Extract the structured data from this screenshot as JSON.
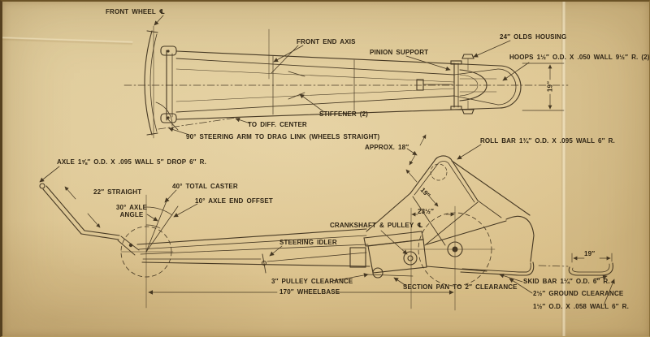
{
  "meta": {
    "description": "Vintage dragster chassis blueprint, plan view and side elevation on aged paper",
    "paper_color": "#dcc violet",
    "paper_hex": "#dcc38e",
    "ink_hex": "#3a2d1a"
  },
  "top_view": {
    "front_wheel_label": "FRONT WHEEL ℄",
    "front_end_axis_label": "FRONT END AXIS",
    "pinion_support_label": "PINION SUPPORT",
    "olds_housing_label": "24″ OLDS HOUSING",
    "hoops_label": "HOOPS 1½″ O.D. X .050 WALL 9½″ R. (2)",
    "width_dim": "19″",
    "stiffener_label": "STIFFENER (2)",
    "diff_center_label": "TO DIFF. CENTER",
    "steering_arm_label": "90° STEERING ARM TO DRAG LINK (WHEELS STRAIGHT)"
  },
  "side_view": {
    "axle_label": "AXLE 1⅝″ O.D. X .095 WALL 5″ DROP 6″ R.",
    "straight_label": "22″ STRAIGHT",
    "caster_label": "40° TOTAL CASTER",
    "axle_angle_line1": "30° AXLE",
    "axle_angle_line2": "ANGLE",
    "axle_offset_label": "10° AXLE END OFFSET",
    "approx_label": "APPROX. 18″",
    "roll_bar_label": "ROLL BAR 1¾″ O.D. X .095 WALL 6″ R.",
    "roll_bar_leg_dim": "19″",
    "crank_to_axle_dim": "23½″",
    "crankshaft_label": "CRANKSHAFT & PULLEY ℄",
    "steering_idler_label": "STEERING IDLER",
    "pulley_clearance_label": "3″ PULLEY CLEARANCE",
    "wheelbase_label": "170″ WHEELBASE",
    "section_pan_label": "SECTION PAN TO 2″ CLEARANCE",
    "skid_detail_dim": "19″",
    "skid_bar_label": "SKID BAR 1¼″ O.D. 6″ R.",
    "ground_clearance_label": "2½″ GROUND CLEARANCE",
    "frame_tube_label": "1½″ O.D. X .058 WALL 6″ R."
  }
}
